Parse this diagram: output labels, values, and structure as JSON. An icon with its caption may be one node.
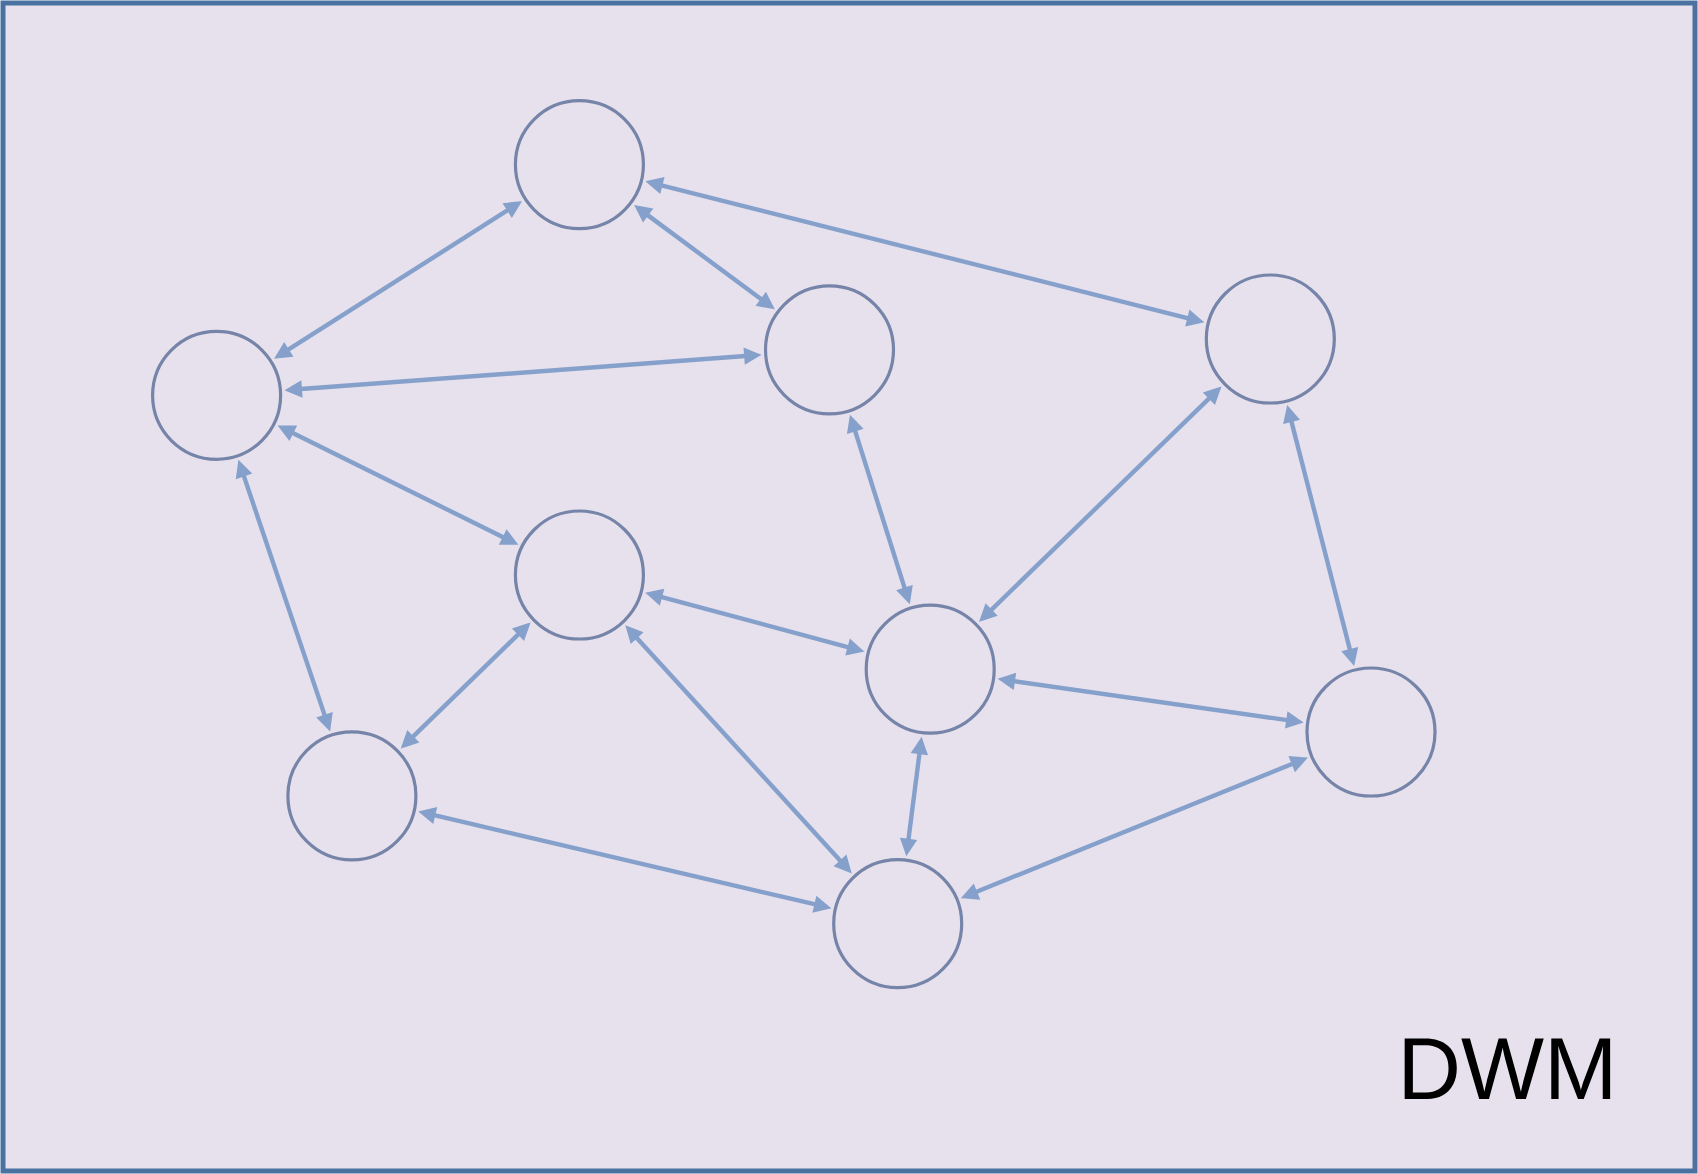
{
  "diagram": {
    "nodes": [
      {
        "text": [],
        "shape": "circle"
      },
      {
        "text": [],
        "shape": "circle"
      },
      {
        "text": [],
        "shape": "circle"
      },
      {
        "text": [],
        "shape": "circle"
      },
      {
        "text": [],
        "shape": "circle"
      },
      {
        "text": [],
        "shape": "circle"
      },
      {
        "text": [],
        "shape": "circle"
      },
      {
        "text": [],
        "shape": "circle"
      },
      {
        "text": [],
        "shape": "circle"
      }
    ],
    "edges": [
      {
        "from": 0,
        "to": 1,
        "arrow": "both"
      },
      {
        "from": 0,
        "to": 2,
        "arrow": "both"
      },
      {
        "from": 0,
        "to": 3,
        "arrow": "both"
      },
      {
        "from": 1,
        "to": 2,
        "arrow": "both"
      },
      {
        "from": 1,
        "to": 4,
        "arrow": "both"
      },
      {
        "from": 1,
        "to": 6,
        "arrow": "both"
      },
      {
        "from": 2,
        "to": 5,
        "arrow": "both"
      },
      {
        "from": 3,
        "to": 5,
        "arrow": "both"
      },
      {
        "from": 3,
        "to": 7,
        "arrow": "both"
      },
      {
        "from": 4,
        "to": 5,
        "arrow": "both"
      },
      {
        "from": 4,
        "to": 6,
        "arrow": "both"
      },
      {
        "from": 4,
        "to": 8,
        "arrow": "both"
      },
      {
        "from": 5,
        "to": 7,
        "arrow": "both"
      },
      {
        "from": 5,
        "to": 8,
        "arrow": "both"
      },
      {
        "from": 6,
        "to": 8,
        "arrow": "both"
      },
      {
        "from": 7,
        "to": 8,
        "arrow": "both"
      }
    ],
    "labels": [
      "DWM"
    ]
  }
}
